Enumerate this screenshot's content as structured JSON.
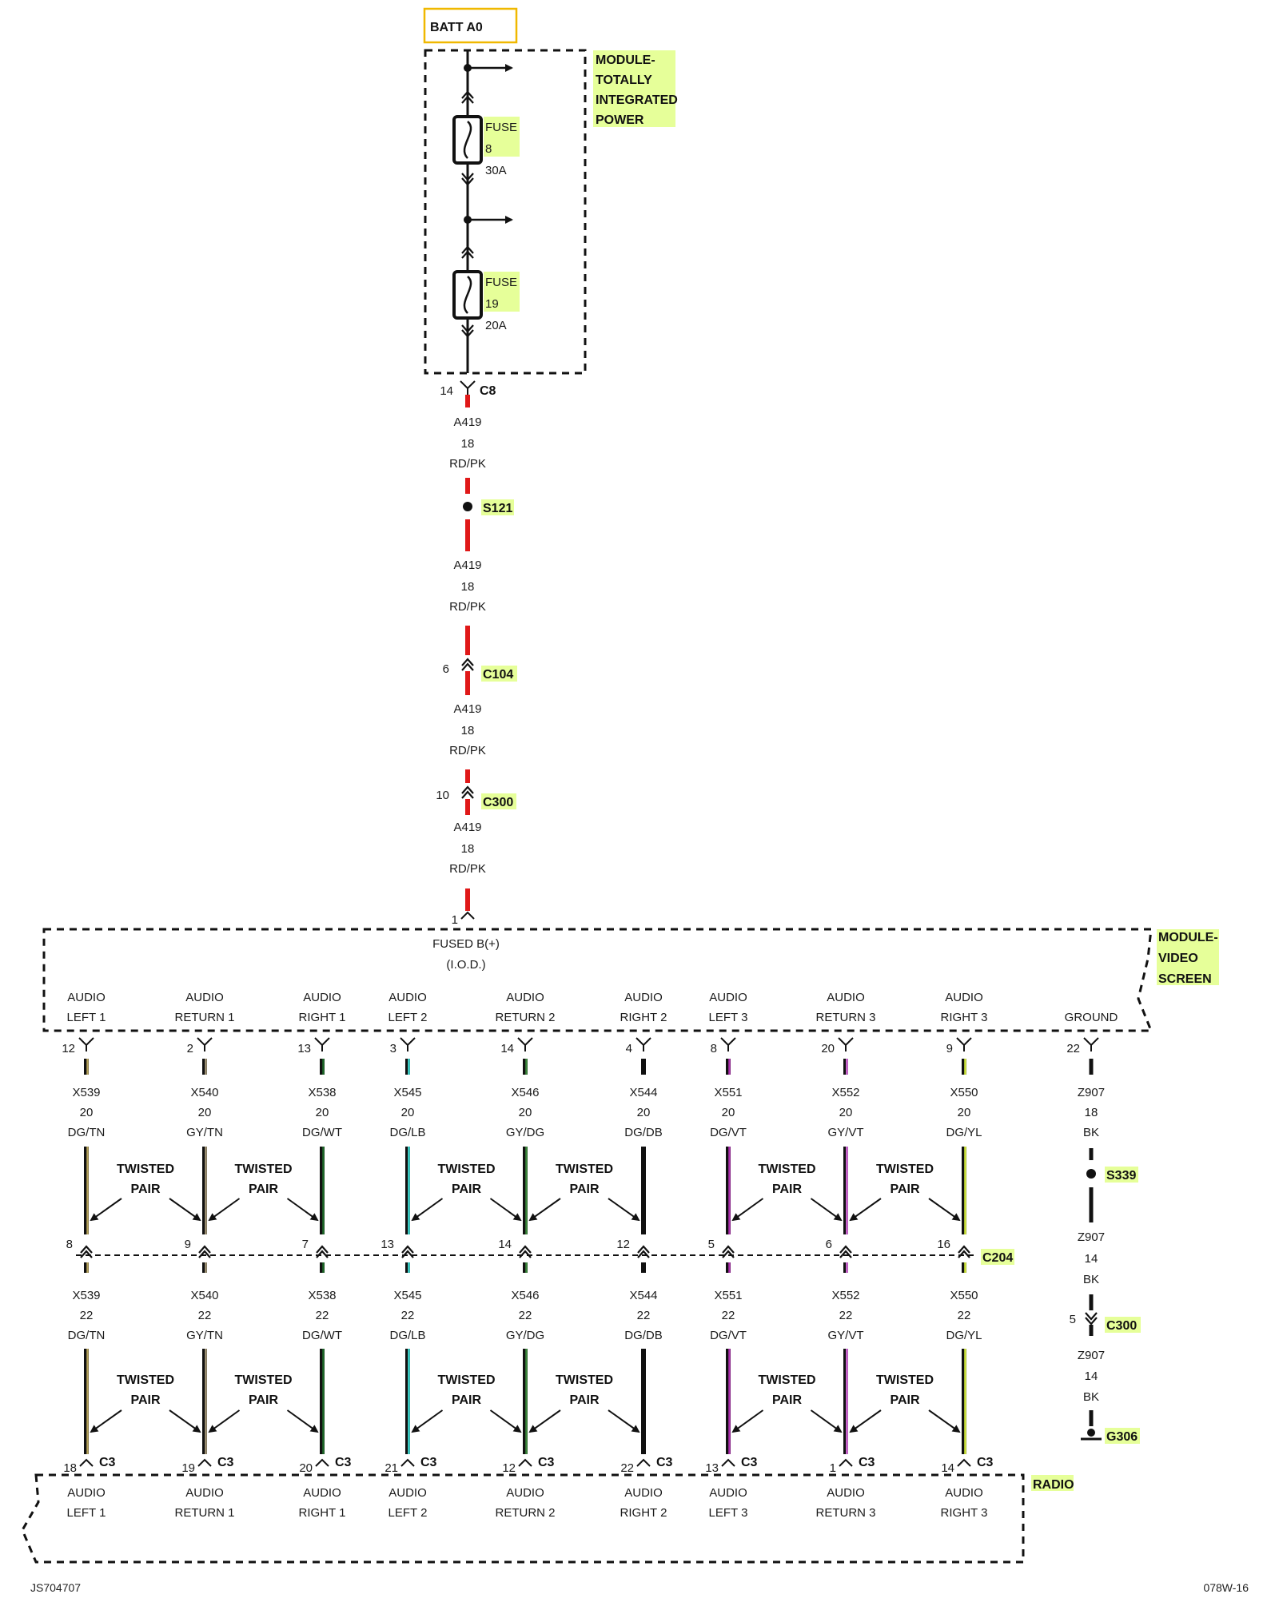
{
  "colors": {
    "highlight": "#e6ff99",
    "batt_border": "#f0b800",
    "feed_wire": "#e01818",
    "wire_outline": "#111111"
  },
  "footer": {
    "left_code": "JS704707",
    "right_code": "078W-16"
  },
  "batt_label": "BATT A0",
  "tipm": {
    "name_lines": [
      "MODULE-",
      "TOTALLY",
      "INTEGRATED",
      "POWER"
    ],
    "fuses": [
      {
        "label": "FUSE",
        "number": "8",
        "rating": "30A"
      },
      {
        "label": "FUSE",
        "number": "19",
        "rating": "20A"
      }
    ]
  },
  "feed": {
    "c8": {
      "pin": "14",
      "name": "C8"
    },
    "wires": [
      {
        "circuit": "A419",
        "gauge": "18",
        "color": "RD/PK"
      },
      {
        "circuit": "A419",
        "gauge": "18",
        "color": "RD/PK"
      },
      {
        "circuit": "A419",
        "gauge": "18",
        "color": "RD/PK"
      },
      {
        "circuit": "A419",
        "gauge": "18",
        "color": "RD/PK"
      }
    ],
    "splice": "S121",
    "c104": {
      "pin": "6",
      "name": "C104"
    },
    "c300": {
      "pin": "10",
      "name": "C300"
    },
    "module_pin": "1"
  },
  "video_module": {
    "name_lines": [
      "MODULE-",
      "VIDEO",
      "SCREEN"
    ],
    "fused_label": "FUSED B(+)",
    "fused_sub": "(I.O.D.)"
  },
  "twisted": {
    "line1": "TWISTED",
    "line2": "PAIR"
  },
  "connectors": {
    "c204": "C204",
    "c3": "C3"
  },
  "channels": [
    {
      "name1": "AUDIO",
      "name2": "LEFT 1",
      "top_pin": "12",
      "circuit": "X539",
      "gauge_top": "20",
      "color_code": "DG/TN",
      "mid_pin": "8",
      "gauge_bottom": "22",
      "radio_pin": "18",
      "stripe": "#b5a15a"
    },
    {
      "name1": "AUDIO",
      "name2": "RETURN 1",
      "top_pin": "2",
      "circuit": "X540",
      "gauge_top": "20",
      "color_code": "GY/TN",
      "mid_pin": "9",
      "gauge_bottom": "22",
      "radio_pin": "19",
      "stripe": "#a89a7a"
    },
    {
      "name1": "AUDIO",
      "name2": "RIGHT 1",
      "top_pin": "13",
      "circuit": "X538",
      "gauge_top": "20",
      "color_code": "DG/WT",
      "mid_pin": "7",
      "gauge_bottom": "22",
      "radio_pin": "20",
      "stripe": "#1f6b2a"
    },
    {
      "name1": "AUDIO",
      "name2": "LEFT 2",
      "top_pin": "3",
      "circuit": "X545",
      "gauge_top": "20",
      "color_code": "DG/LB",
      "mid_pin": "13",
      "gauge_bottom": "22",
      "radio_pin": "21",
      "stripe": "#40e0d8"
    },
    {
      "name1": "AUDIO",
      "name2": "RETURN 2",
      "top_pin": "14",
      "circuit": "X546",
      "gauge_top": "20",
      "color_code": "GY/DG",
      "mid_pin": "14",
      "gauge_bottom": "22",
      "radio_pin": "12",
      "stripe": "#3d8a3d"
    },
    {
      "name1": "AUDIO",
      "name2": "RIGHT 2",
      "top_pin": "4",
      "circuit": "X544",
      "gauge_top": "20",
      "color_code": "DG/DB",
      "mid_pin": "12",
      "gauge_bottom": "22",
      "radio_pin": "22",
      "stripe": "#111111"
    },
    {
      "name1": "AUDIO",
      "name2": "LEFT 3",
      "top_pin": "8",
      "circuit": "X551",
      "gauge_top": "20",
      "color_code": "DG/VT",
      "mid_pin": "5",
      "gauge_bottom": "22",
      "radio_pin": "13",
      "stripe": "#b030b0"
    },
    {
      "name1": "AUDIO",
      "name2": "RETURN 3",
      "top_pin": "20",
      "circuit": "X552",
      "gauge_top": "20",
      "color_code": "GY/VT",
      "mid_pin": "6",
      "gauge_bottom": "22",
      "radio_pin": "1",
      "stripe": "#e070e6"
    },
    {
      "name1": "AUDIO",
      "name2": "RIGHT 3",
      "top_pin": "9",
      "circuit": "X550",
      "gauge_top": "20",
      "color_code": "DG/YL",
      "mid_pin": "16",
      "gauge_bottom": "22",
      "radio_pin": "14",
      "stripe": "#d8f040"
    }
  ],
  "ground": {
    "label": "GROUND",
    "top_pin": "22",
    "circuit": "Z907",
    "gauge_top": "18",
    "color_code": "BK",
    "splice": "S339",
    "gauge_mid": "14",
    "c300_pin": "5",
    "c300_name": "C300",
    "gauge_bottom": "14",
    "ground_point": "G306"
  },
  "radio": {
    "name": "RADIO",
    "labels": [
      {
        "l1": "AUDIO",
        "l2": "LEFT 1"
      },
      {
        "l1": "AUDIO",
        "l2": "RETURN 1"
      },
      {
        "l1": "AUDIO",
        "l2": "RIGHT 1"
      },
      {
        "l1": "AUDIO",
        "l2": "LEFT 2"
      },
      {
        "l1": "AUDIO",
        "l2": "RETURN 2"
      },
      {
        "l1": "AUDIO",
        "l2": "RIGHT 2"
      },
      {
        "l1": "AUDIO",
        "l2": "LEFT 3"
      },
      {
        "l1": "AUDIO",
        "l2": "RETURN 3"
      },
      {
        "l1": "AUDIO",
        "l2": "RIGHT 3"
      }
    ]
  }
}
